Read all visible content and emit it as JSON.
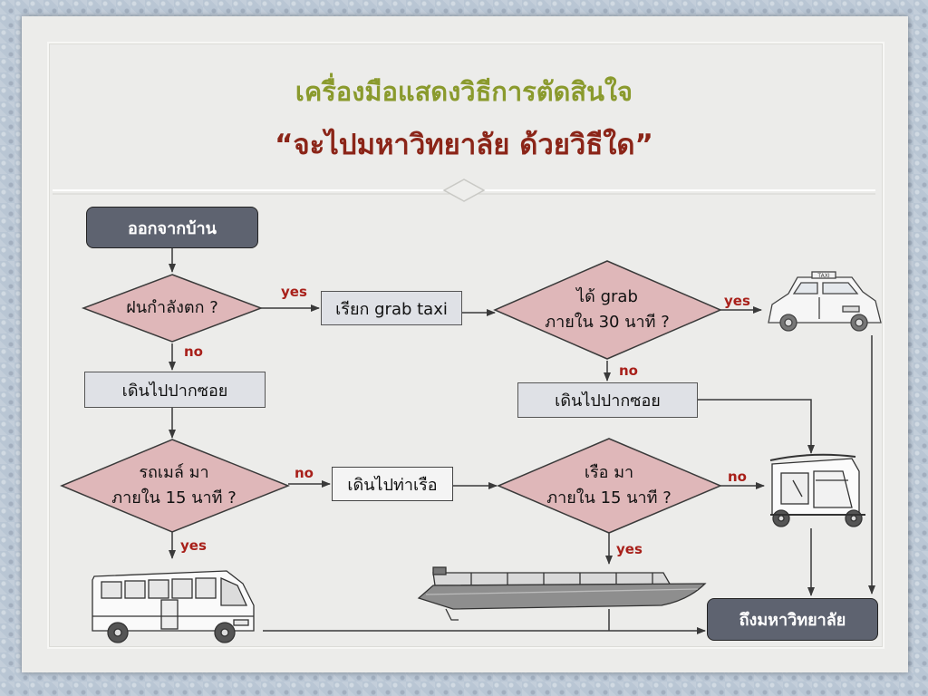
{
  "title": {
    "line1": "เครื่องมือแสดงวิธีการตัดสินใจ",
    "line2": "“จะไปมหาวิทยาลัย ด้วยวิธีใด”"
  },
  "nodes": {
    "start": "ออกจากบ้าน",
    "decision_rain": "ฝนกำลังตก ?",
    "call_grab": "เรียก grab taxi",
    "decision_grab_line1": "ได้ grab",
    "decision_grab_line2": "ภายใน 30 นาที ?",
    "walk_soi_left": "เดินไปปากซอย",
    "walk_soi_right": "เดินไปปากซอย",
    "decision_bus_line1": "รถเมล์ มา",
    "decision_bus_line2": "ภายใน 15 นาที ?",
    "walk_pier": "เดินไปท่าเรือ",
    "decision_boat_line1": "เรือ มา",
    "decision_boat_line2": "ภายใน 15 นาที ?",
    "end": "ถึงมหาวิทยาลัย"
  },
  "edge_labels": {
    "rain_yes": "yes",
    "rain_no": "no",
    "grab_yes": "yes",
    "grab_no": "no",
    "bus_no": "no",
    "bus_yes": "yes",
    "boat_no": "no",
    "boat_yes": "yes"
  },
  "illustrations": {
    "taxi": "taxi-illustration",
    "tuktuk": "tuktuk-illustration",
    "bus": "bus-illustration",
    "boat": "boat-illustration"
  },
  "taxi_sign": "TAXI",
  "colors": {
    "decision_fill": "#dfb7b9",
    "terminal_fill": "#5e6370",
    "edge_label": "#a8201a",
    "title_green": "#8a9a2d",
    "title_red": "#8b2518"
  }
}
